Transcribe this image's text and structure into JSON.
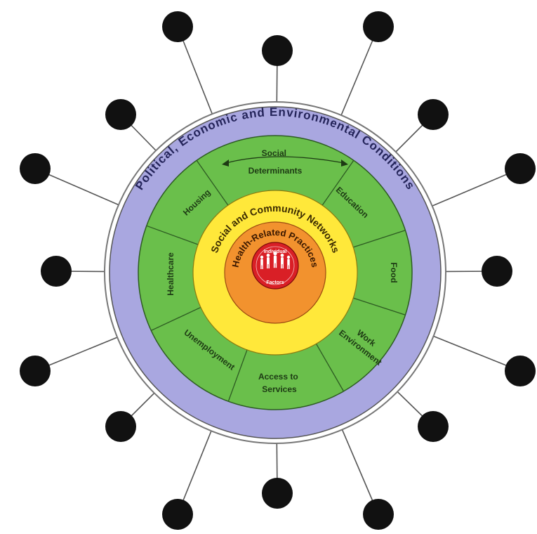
{
  "outer_ring": {
    "label": "Political, Economic and Environmental Conditions",
    "color": "#a9a7e0"
  },
  "green_ring": {
    "color": "#6abf4b",
    "header": {
      "line1": "Social",
      "line2": "Determinants"
    },
    "sectors": {
      "housing": "Housing",
      "education": "Education",
      "food": "Food",
      "work_environment": {
        "line1": "Work",
        "line2": "Environment"
      },
      "access_to_services": {
        "line1": "Access to",
        "line2": "Services"
      },
      "unemployment": "Unemployment",
      "healthcare": "Healthcare"
    }
  },
  "yellow_ring": {
    "label": "Social and Community Networks",
    "color": "#ffe83a"
  },
  "orange_ring": {
    "label": "Health-Related Practices",
    "color": "#f2922e"
  },
  "center": {
    "top": "Individual",
    "bottom": "Factors",
    "color": "#d91f26"
  },
  "connector_count": 16,
  "node_color": "#111111"
}
